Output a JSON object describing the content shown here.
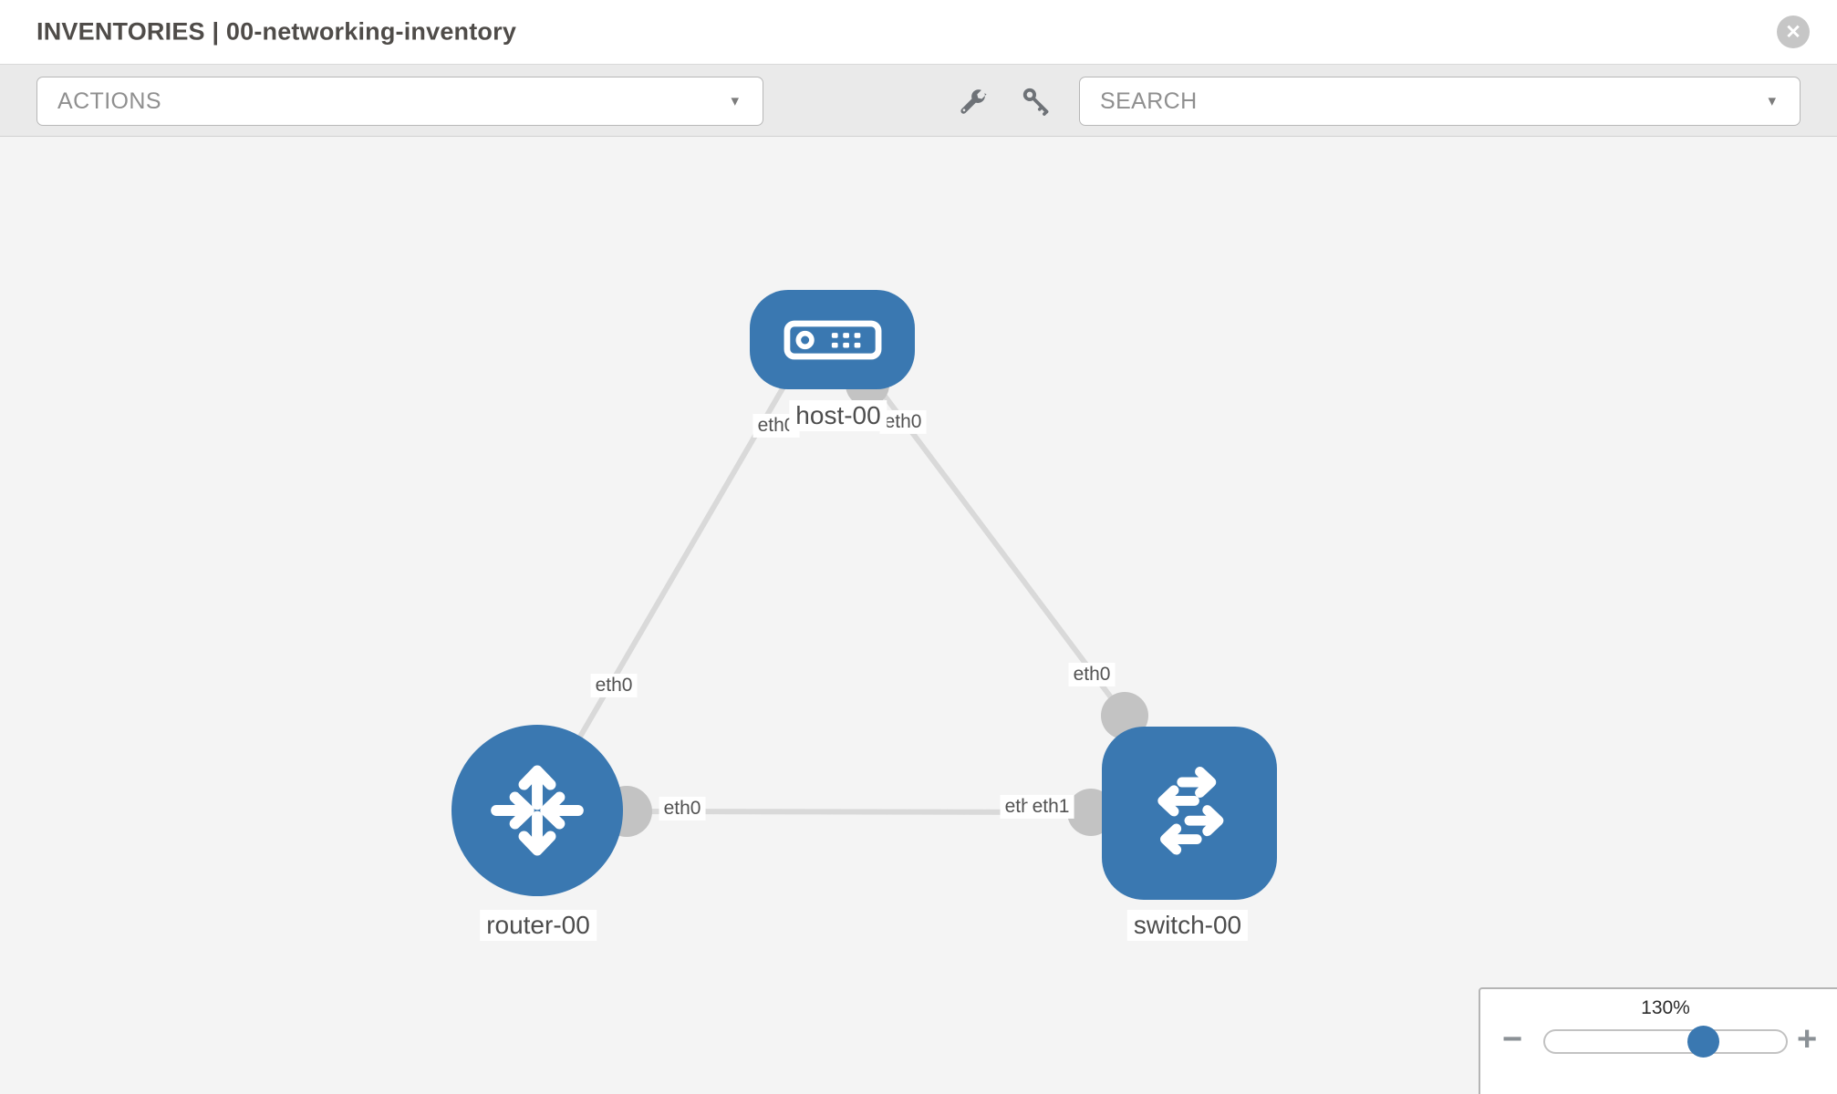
{
  "header": {
    "title": "INVENTORIES | 00-networking-inventory"
  },
  "toolbar": {
    "actions_label": "ACTIONS",
    "search_label": "SEARCH",
    "tool_icons": [
      "wrench-icon",
      "key-icon"
    ]
  },
  "icons": {
    "close_glyph": "✕",
    "caret_glyph": "▾",
    "minus_glyph": "−",
    "plus_glyph": "+"
  },
  "colors": {
    "node_blue": "#3a78b1",
    "link_gray": "#d9d9d9",
    "interface_dot_gray": "#c3c3c3",
    "toolbar_gray": "#eaeaea",
    "canvas_gray": "#f4f4f4",
    "slider_thumb_blue": "#3a78b1"
  },
  "topology": {
    "nodes": [
      {
        "id": "host-00",
        "label": "host-00",
        "type": "host",
        "icon": "host-icon"
      },
      {
        "id": "router-00",
        "label": "router-00",
        "type": "router",
        "icon": "router-icon"
      },
      {
        "id": "switch-00",
        "label": "switch-00",
        "type": "switch",
        "icon": "switch-icon"
      }
    ],
    "links": [
      {
        "from": "router-00",
        "to": "host-00"
      },
      {
        "from": "host-00",
        "to": "switch-00"
      },
      {
        "from": "router-00",
        "to": "switch-00"
      }
    ],
    "eth_labels": [
      {
        "text": "eth0",
        "link": "router-00↔host-00",
        "near": "host-00"
      },
      {
        "text": "eth0",
        "link": "host-00↔switch-00",
        "near": "host-00"
      },
      {
        "text": "eth0",
        "link": "router-00↔host-00",
        "near": "router-00"
      },
      {
        "text": "eth0",
        "link": "host-00↔switch-00",
        "near": "switch-00"
      },
      {
        "text": "eth0",
        "link": "router-00↔switch-00",
        "near": "router-00"
      },
      {
        "text": "eth0",
        "link": "router-00↔switch-00",
        "near": "switch-00 (partially covered)"
      },
      {
        "text": "eth1",
        "link": "router-00↔switch-00",
        "near": "switch-00"
      }
    ]
  },
  "zoom_control": {
    "level": "130%"
  }
}
